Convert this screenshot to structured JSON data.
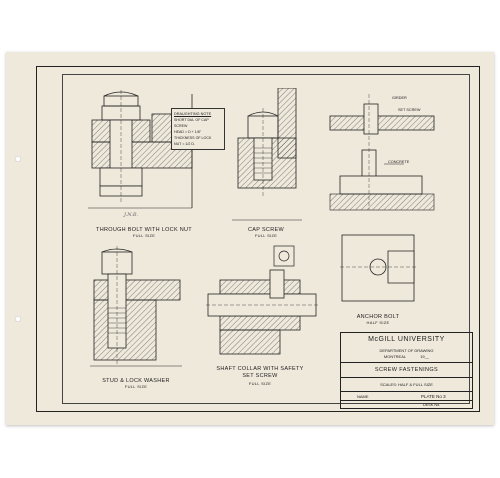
{
  "note": {
    "title": "DRAUGHTING NOTE",
    "lines": [
      "SHORT DIA. OF CAP SCREW",
      "HEAD = D + 1/8\"",
      "THICKNESS OF LOCK",
      "NUT = 1/2 D."
    ]
  },
  "drawings": {
    "through_bolt": {
      "title": "THROUGH BOLT WITH LOCK NUT",
      "scale": "FULL SIZE"
    },
    "cap_screw": {
      "title": "CAP SCREW",
      "scale": "FULL SIZE"
    },
    "stud": {
      "title": "STUD & LOCK WASHER",
      "scale": "FULL SIZE"
    },
    "shaft_collar": {
      "title": "SHAFT COLLAR WITH SAFETY SET SCREW",
      "scale": "FULL SIZE"
    },
    "anchor_bolt": {
      "title": "ANCHOR BOLT",
      "scale": "HALF SIZE"
    }
  },
  "annotations": {
    "girder": "GIRDER",
    "concrete": "CONCRETE",
    "set_screw": "SET SCREW",
    "signature": "J.N.B."
  },
  "title_block": {
    "university": "McGILL UNIVERSITY",
    "department": "DEPARTMENT OF DRAWING",
    "city": "MONTREAL",
    "date": "19__",
    "plate_title": "SCREW FASTENINGS",
    "scales": "SCALES: HALF & FULL SIZE",
    "name_label": "NAME",
    "plate_no": "PLATE No 3",
    "desk_label": "DESK No."
  }
}
